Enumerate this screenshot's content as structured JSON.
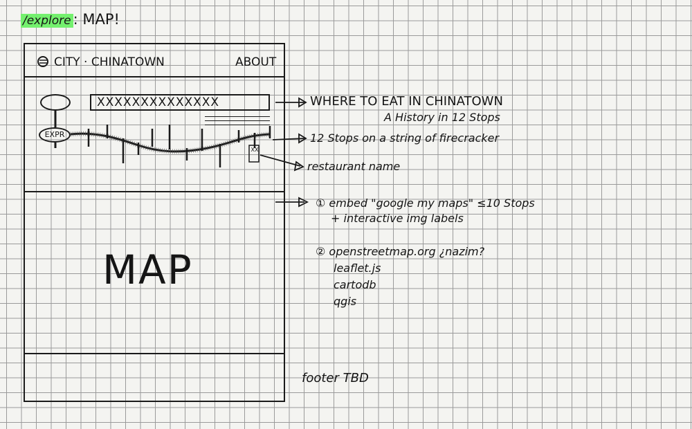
{
  "header": {
    "route": "/explore",
    "separator": ":",
    "title": "MAP!"
  },
  "wireframe": {
    "nav": {
      "site_title": "CITY · CHINATOWN",
      "about": "ABOUT"
    },
    "hero": {
      "title_placeholder": "XXXXXXXXXXXXXX",
      "expr_label": "EXPR",
      "marker_label": "XX"
    },
    "map_section": {
      "label": "MAP"
    }
  },
  "annotations": {
    "hero_title": "WHERE TO EAT IN CHINATOWN",
    "hero_subtitle": "A History in 12 Stops",
    "timeline": "12 Stops on a string of firecracker",
    "marker": "restaurant name",
    "map_option_1_line1": "① embed \"google my maps\" ≤10 Stops",
    "map_option_1_line2": "+ interactive img labels",
    "map_option_2_line1": "② openstreetmap.org ¿nazim?",
    "map_option_2_line2": "leaflet.js",
    "map_option_2_line3": "cartodb",
    "map_option_2_line4": "qgis",
    "footer": "footer TBD"
  },
  "colors": {
    "highlight": "#74f06e",
    "ink": "#151515",
    "paper": "#f4f4f1",
    "grid": "#9a9a9a"
  },
  "icons": {
    "city_logo": "circle-logo-icon",
    "arrows": "arrow-right-icon"
  }
}
